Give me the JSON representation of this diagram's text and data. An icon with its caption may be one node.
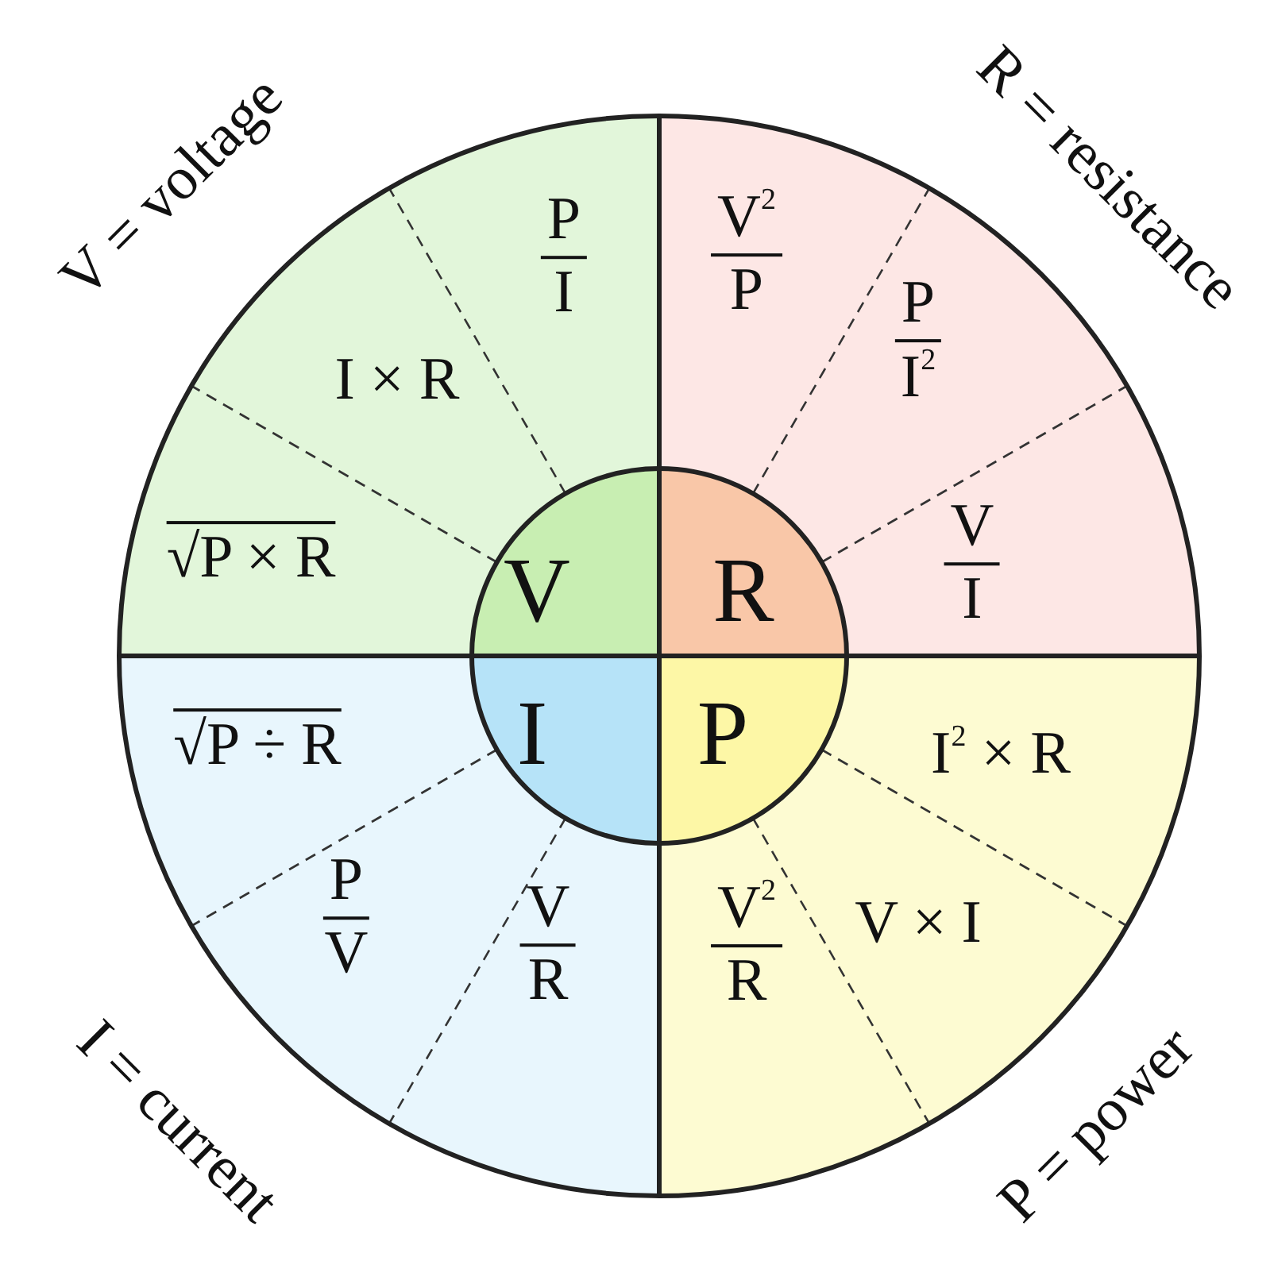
{
  "diagram": {
    "nodes": [
      {
        "text": [
          "V"
        ]
      },
      {
        "text": [
          "R"
        ]
      },
      {
        "text": [
          "I"
        ]
      },
      {
        "text": [
          "P"
        ]
      },
      {
        "text": [
          "√P × R"
        ]
      },
      {
        "text": [
          "I × R"
        ]
      },
      {
        "text": [
          "P",
          "I"
        ]
      },
      {
        "text": [
          "V$^{2}$",
          "P"
        ]
      },
      {
        "text": [
          "P",
          "I$^{2}$"
        ]
      },
      {
        "text": [
          "V",
          "I"
        ]
      },
      {
        "text": [
          "√P ÷ R"
        ]
      },
      {
        "text": [
          "P",
          "V"
        ]
      },
      {
        "text": [
          "V",
          "R"
        ]
      },
      {
        "text": [
          "V$^{2}$",
          "R"
        ]
      },
      {
        "text": [
          "V × I"
        ]
      },
      {
        "text": [
          "I$^{2}$ × R"
        ]
      }
    ],
    "labels": [
      "V = voltage",
      "R = resistance",
      "I = current",
      "P = power"
    ]
  }
}
